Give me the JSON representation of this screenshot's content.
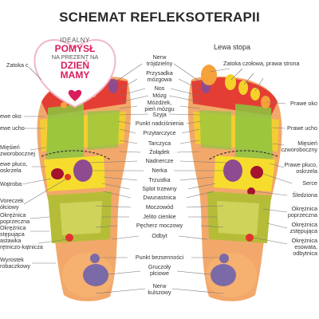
{
  "title": "SCHEMAT REFLEKSOTERAPII",
  "foot_label": "Lewa stopa",
  "badge": {
    "line1": "IDEALNY",
    "line2": "POMYSŁ",
    "line3": "NA PREZENT NA",
    "line4": "DZIEŃ",
    "line5": "MAMY"
  },
  "left_labels": [
    "Zatoka c",
    "ewe oko",
    "ewe ucho",
    "Mięśień\nzworobocznej",
    "ewe płuco,\noskrzela",
    "Wątroba",
    "Voreczek\nółciowy",
    "Okrężnica\npoprzeczna",
    "Okrężnica\nstępująca",
    "astawka\nrętniczo-kątnicza",
    "Wyrostek\nrobaczkowy"
  ],
  "center_labels": [
    "Nerw\ntrójdzielny",
    "Przysadka\nmózgowa",
    "Nos",
    "Mózg",
    "Móżdżek,\npień mózgu",
    "Szyja",
    "Punkt nadciśnienia",
    "Przytarczyce",
    "Tarczyca",
    "Żołądek",
    "Nadnercze",
    "Nerka",
    "Trzustka",
    "Splot trzewny",
    "Dwunastnica",
    "Moczowód",
    "Jelito cienkie",
    "Pęcherz moczowy",
    "Odbyt",
    "Punkt bezsenności",
    "Gruczoły\npłciowe",
    "Nerw\nkulszowy"
  ],
  "right_labels": [
    "Zatoka czołowa, prawa strona",
    "Prawe oko",
    "Prawe ucho",
    "Mięsień\nczworoboczny",
    "Prawe płuco,\noskrzela",
    "Serce",
    "Śledziona",
    "Okrężnica\npoprzeczna",
    "Okrężnica\nzstępująca",
    "Okrężnica\nesowata,\nodbytnica"
  ],
  "colors": {
    "sole": "#f2a86a",
    "toe_orange": "#f6a23a",
    "toe_yellow": "#f5d229",
    "eye_ear_red": "#e2322f",
    "green": "#8cc63f",
    "olive": "#b5bd38",
    "yellow": "#f6dd2d",
    "purple": "#8e4b8f",
    "crimson": "#a3122e",
    "heel": "#f6b070",
    "heel_inner": "#f7c07d",
    "violet_dot": "#7b6aa8",
    "badge_accent": "#d91e5b"
  }
}
